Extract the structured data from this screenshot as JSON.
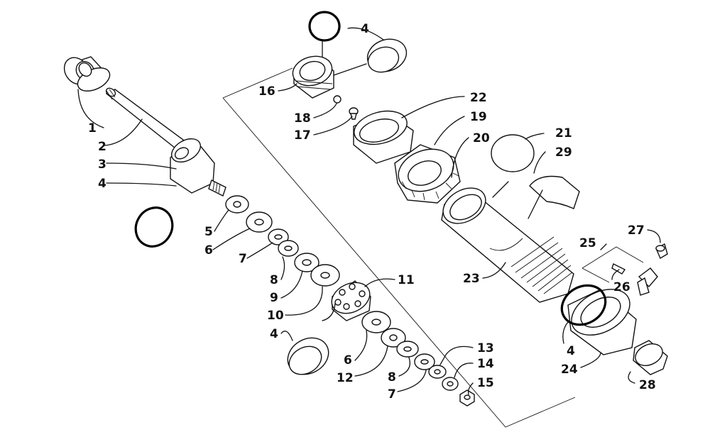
{
  "callouts": [
    "1",
    "2",
    "3",
    "4",
    "5",
    "6",
    "7",
    "8",
    "9",
    "10",
    "4",
    "11",
    "6",
    "12",
    "8",
    "7",
    "13",
    "14",
    "15",
    "4",
    "16",
    "18",
    "17",
    "22",
    "19",
    "20",
    "21",
    "29",
    "23",
    "25",
    "27",
    "26",
    "4",
    "24",
    "28"
  ]
}
